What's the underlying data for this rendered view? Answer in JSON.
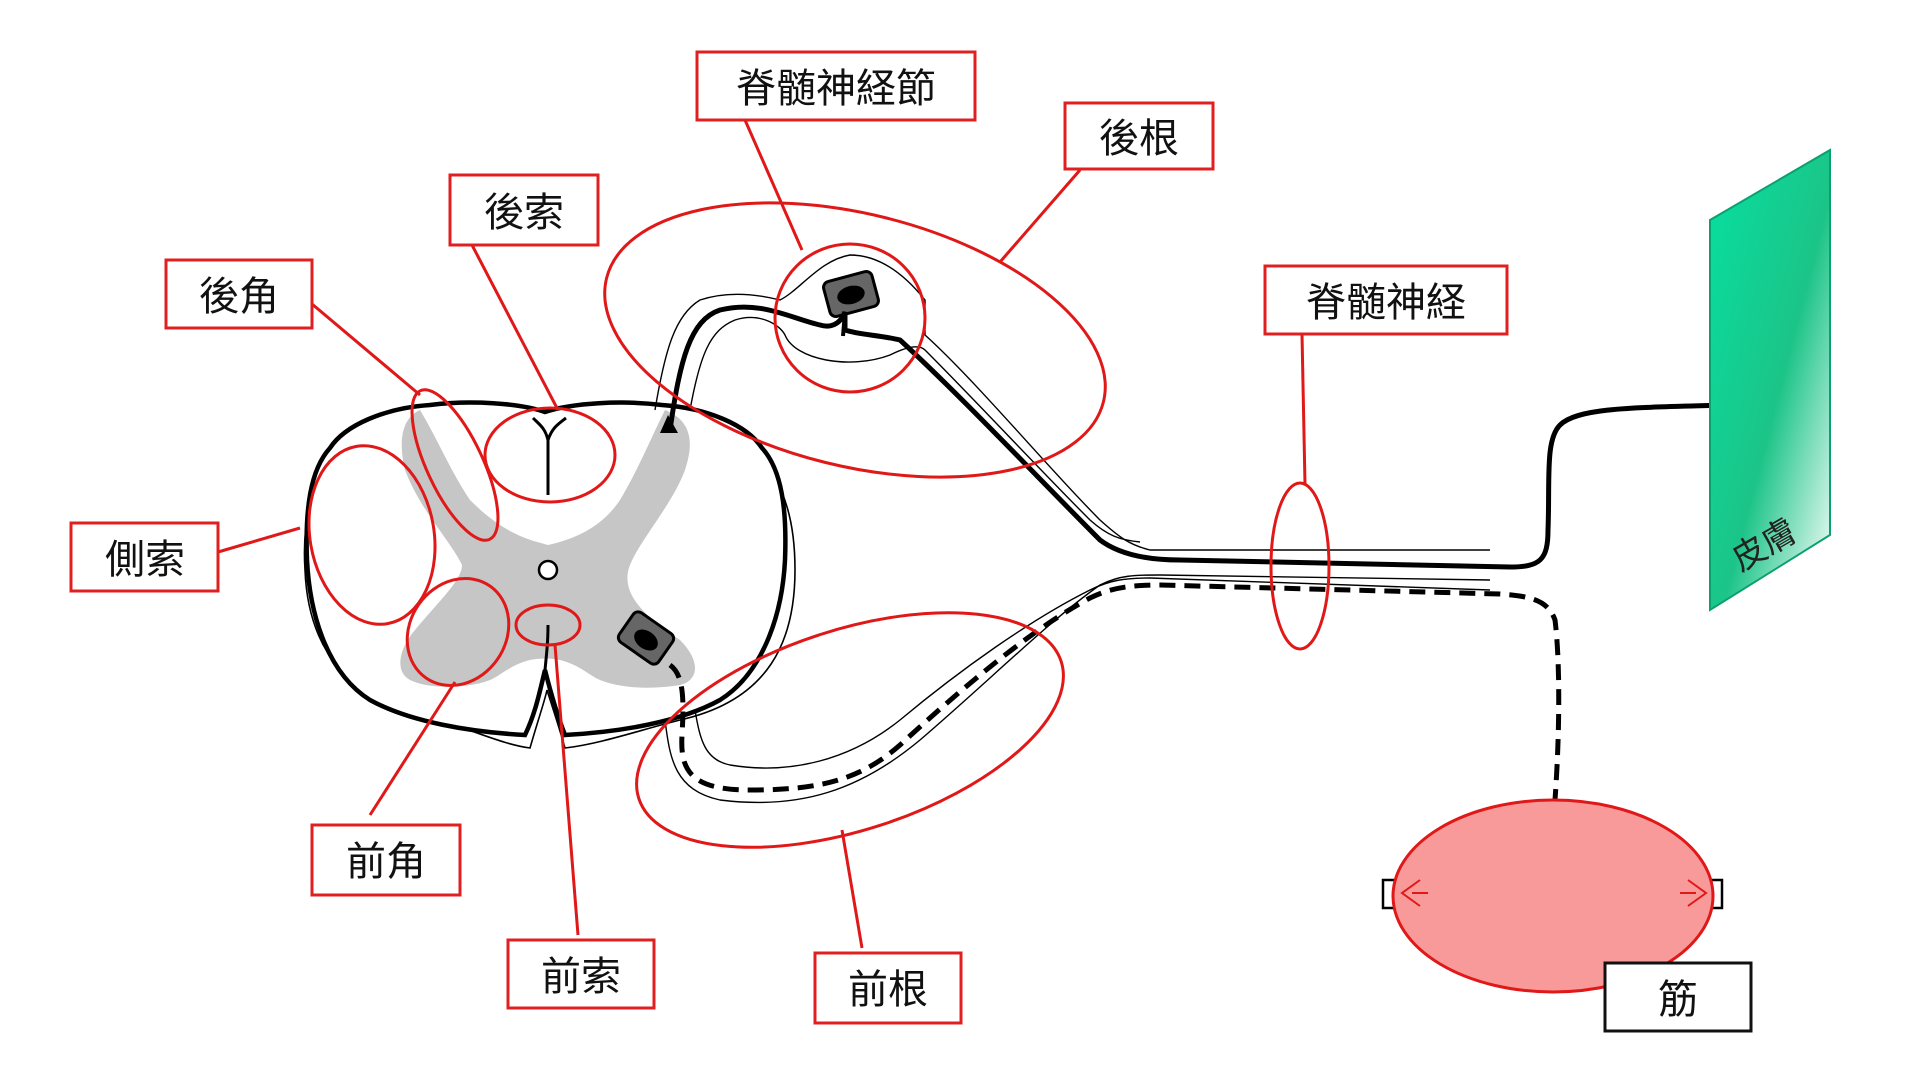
{
  "labels": {
    "spinal_ganglion": "脊髄神経節",
    "dorsal_root": "後根",
    "dorsal_funiculus": "後索",
    "dorsal_horn": "後角",
    "spinal_nerve": "脊髄神経",
    "lateral_funiculus": "側索",
    "ventral_horn": "前角",
    "ventral_funiculus": "前索",
    "ventral_root": "前根",
    "muscle": "筋",
    "skin": "皮膚"
  },
  "colors": {
    "label_border": "#e02020",
    "highlight_outline": "#e01818",
    "gray_matter": "#c6c6c6",
    "muscle_fill": "#f99a9a",
    "skin_fill": "#10d898",
    "muscle_label_border": "#111111"
  }
}
